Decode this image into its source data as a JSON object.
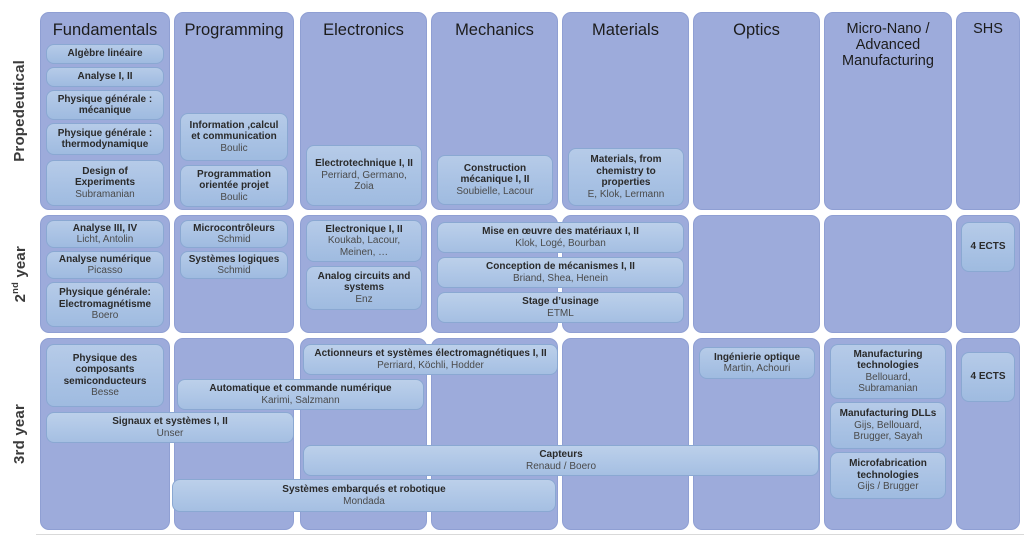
{
  "title": "Microengineering curriculum matrix",
  "colors": {
    "panel": "#9dabdb",
    "course": "#aec6e6",
    "text": "#2a2a2a",
    "subtext": "#4a4a4a"
  },
  "rows": [
    {
      "id": "propedeutical",
      "label": "Propedeutical",
      "sup": ""
    },
    {
      "id": "year2",
      "label": "2",
      "sup": "nd",
      "label_tail": " year"
    },
    {
      "id": "year3",
      "label": "3rd year",
      "sup": ""
    }
  ],
  "row_labels": {
    "propedeutical": "Propedeutical",
    "year2_num": "2",
    "year2_sup": "nd",
    "year2_tail": " year",
    "year3": "3rd year"
  },
  "columns": [
    {
      "id": "fundamentals",
      "header": "Fundamentals"
    },
    {
      "id": "programming",
      "header": "Programming"
    },
    {
      "id": "electronics",
      "header": "Electronics"
    },
    {
      "id": "mechanics",
      "header": "Mechanics"
    },
    {
      "id": "materials",
      "header": "Materials"
    },
    {
      "id": "optics",
      "header": "Optics"
    },
    {
      "id": "micronano",
      "header": "Micro-Nano / Advanced Manufacturing"
    },
    {
      "id": "shs",
      "header": "SHS"
    }
  ],
  "courses": {
    "propedeutical": {
      "fundamentals": [
        {
          "title": "Algèbre linéaire",
          "staff": ""
        },
        {
          "title": "Analyse I, II",
          "staff": ""
        },
        {
          "title": "Physique générale : mécanique",
          "staff": ""
        },
        {
          "title": "Physique générale : thermodynamique",
          "staff": ""
        },
        {
          "title": "Design of Experiments",
          "staff": "Subramanian"
        }
      ],
      "programming": [
        {
          "title": "Information ,calcul et communication",
          "staff": "Boulic"
        },
        {
          "title": "Programmation orientée projet",
          "staff": "Boulic"
        }
      ],
      "electronics": [
        {
          "title": "Electrotechnique I, II",
          "staff": "Perriard, Germano, Zoia"
        }
      ],
      "mechanics": [
        {
          "title": "Construction mécanique I, II",
          "staff": "Soubielle, Lacour"
        }
      ],
      "materials": [
        {
          "title": "Materials, from chemistry to properties",
          "staff": "E, Klok, Lermann"
        }
      ],
      "optics": [],
      "micronano": [],
      "shs": []
    },
    "year2": {
      "fundamentals": [
        {
          "title": "Analyse III, IV",
          "staff": "Licht, Antolin"
        },
        {
          "title": "Analyse numérique",
          "staff": "Picasso"
        },
        {
          "title": "Physique générale: Electromagnétisme",
          "staff": "Boero"
        }
      ],
      "programming": [
        {
          "title": "Microcontrôleurs",
          "staff": "Schmid"
        },
        {
          "title": "Systèmes logiques",
          "staff": "Schmid"
        }
      ],
      "electronics": [
        {
          "title": "Electronique I, II",
          "staff": "Koukab, Lacour, Meinen, …"
        },
        {
          "title": "Analog circuits and systems",
          "staff": "Enz"
        }
      ],
      "mechanics_materials_span": [
        {
          "title": "Mise en œuvre des matériaux I, II",
          "staff": "Klok, Logé, Bourban"
        },
        {
          "title": "Conception de mécanismes I, II",
          "staff": "Briand, Shea, Henein"
        },
        {
          "title": "Stage d’usinage",
          "staff": "ETML"
        }
      ],
      "optics": [],
      "micronano": [],
      "shs": [
        {
          "title": "4 ECTS",
          "staff": ""
        }
      ]
    },
    "year3": {
      "fundamentals": [
        {
          "title": "Physique des composants semiconducteurs",
          "staff": "Besse"
        }
      ],
      "signaux_span": [
        {
          "title": "Signaux et systèmes I, II",
          "staff": "Unser"
        }
      ],
      "actionneurs_span": [
        {
          "title": "Actionneurs et systèmes électromagnétiques I, II",
          "staff": "Perriard, Köchli, Hodder"
        }
      ],
      "automatique_span": [
        {
          "title": "Automatique et commande numérique",
          "staff": "Karimi, Salzmann"
        }
      ],
      "capteurs_span": [
        {
          "title": "Capteurs",
          "staff": "Renaud / Boero"
        }
      ],
      "embarques_span": [
        {
          "title": "Systèmes embarqués et robotique",
          "staff": "Mondada"
        }
      ],
      "optics": [
        {
          "title": "Ingénierie optique",
          "staff": "Martin, Achouri"
        }
      ],
      "micronano": [
        {
          "title": "Manufacturing technologies",
          "staff": "Bellouard, Subramanian"
        },
        {
          "title": "Manufacturing DLLs",
          "staff": "Gijs, Bellouard, Brugger, Sayah"
        },
        {
          "title": "Microfabrication technologies",
          "staff": "Gijs / Brugger"
        }
      ],
      "shs": [
        {
          "title": "4 ECTS",
          "staff": ""
        }
      ]
    }
  }
}
